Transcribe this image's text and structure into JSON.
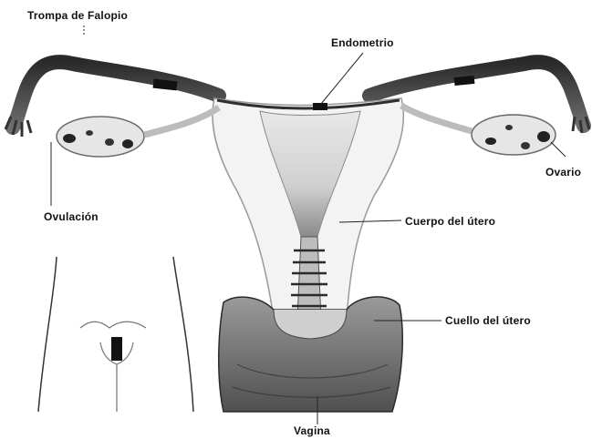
{
  "labels": {
    "fallopian_tube": "Trompa de Falopio",
    "endometrium": "Endometrio",
    "ovary": "Ovario",
    "ovulation": "Ovulación",
    "uterus_body": "Cuerpo del útero",
    "cervix": "Cuello del útero",
    "vagina": "Vagina"
  },
  "colors": {
    "ink": "#111111",
    "tissue_light": "#f2f2f2",
    "tissue_mid": "#c9c9c9",
    "tissue_dark": "#3a3a3a"
  }
}
